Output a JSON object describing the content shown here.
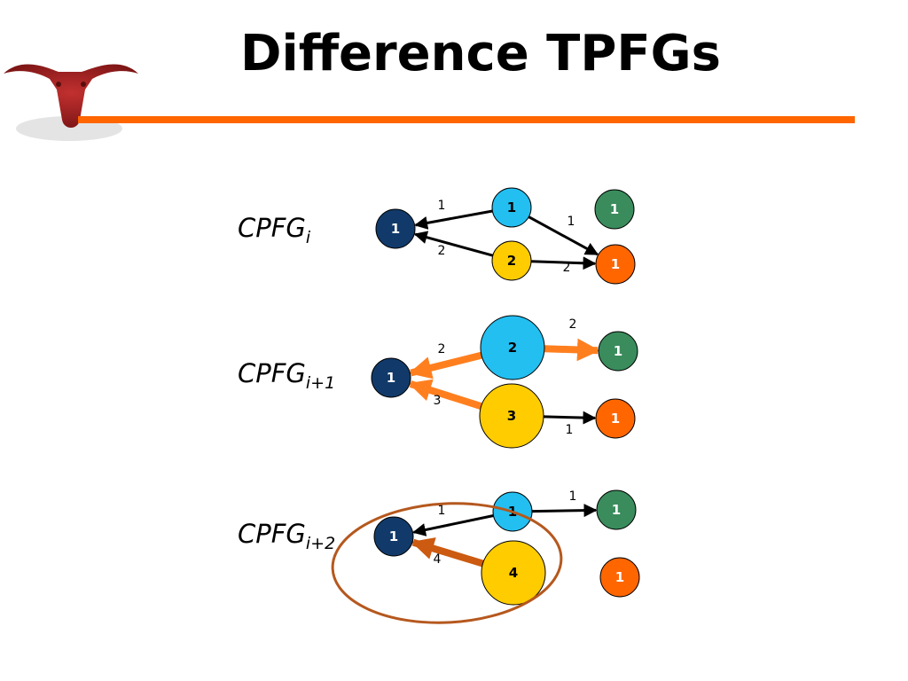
{
  "slide": {
    "title": "Difference TPFGs"
  },
  "logo": {
    "icon": "longhorn-logo-icon",
    "color": "#a01e1e"
  },
  "rule_color": "#ff6600",
  "colors": {
    "navy": "#113a6a",
    "cyan": "#22bff0",
    "yellow": "#ffcc00",
    "green": "#3a8c5c",
    "orange": "#ff6600",
    "edge_orange": "#ff7f1f",
    "edge_brown": "#cc5a10",
    "ellipse": "#b5581e"
  },
  "graphs": [
    {
      "label_main": "CPFG",
      "label_sub": "i",
      "nodes": [
        {
          "id": "n1",
          "label": "1",
          "color": "navy"
        },
        {
          "id": "n2",
          "label": "1",
          "color": "cyan"
        },
        {
          "id": "n3",
          "label": "2",
          "color": "yellow"
        },
        {
          "id": "n4",
          "label": "1",
          "color": "green"
        },
        {
          "id": "n5",
          "label": "1",
          "color": "orange"
        }
      ],
      "edges": [
        {
          "from": "n2",
          "to": "n1",
          "label": "1",
          "style": "normal"
        },
        {
          "from": "n3",
          "to": "n1",
          "label": "2",
          "style": "normal"
        },
        {
          "from": "n2",
          "to": "n5",
          "label": "1",
          "style": "normal"
        },
        {
          "from": "n3",
          "to": "n5",
          "label": "2",
          "style": "normal"
        }
      ]
    },
    {
      "label_main": "CPFG",
      "label_sub": "i+1",
      "nodes": [
        {
          "id": "n1",
          "label": "1",
          "color": "navy"
        },
        {
          "id": "n2",
          "label": "2",
          "color": "cyan"
        },
        {
          "id": "n3",
          "label": "3",
          "color": "yellow"
        },
        {
          "id": "n4",
          "label": "1",
          "color": "green"
        },
        {
          "id": "n5",
          "label": "1",
          "color": "orange"
        }
      ],
      "edges": [
        {
          "from": "n2",
          "to": "n1",
          "label": "2",
          "style": "highlight"
        },
        {
          "from": "n3",
          "to": "n1",
          "label": "3",
          "style": "highlight"
        },
        {
          "from": "n2",
          "to": "n4",
          "label": "2",
          "style": "highlight"
        },
        {
          "from": "n3",
          "to": "n5",
          "label": "1",
          "style": "normal"
        }
      ]
    },
    {
      "label_main": "CPFG",
      "label_sub": "i+2",
      "nodes": [
        {
          "id": "n1",
          "label": "1",
          "color": "navy"
        },
        {
          "id": "n2",
          "label": "1",
          "color": "cyan"
        },
        {
          "id": "n3",
          "label": "4",
          "color": "yellow"
        },
        {
          "id": "n4",
          "label": "1",
          "color": "green"
        },
        {
          "id": "n5",
          "label": "1",
          "color": "orange"
        }
      ],
      "edges": [
        {
          "from": "n2",
          "to": "n1",
          "label": "1",
          "style": "normal"
        },
        {
          "from": "n3",
          "to": "n1",
          "label": "4",
          "style": "emphasis"
        },
        {
          "from": "n2",
          "to": "n4",
          "label": "1",
          "style": "normal"
        }
      ],
      "circled": "n3-to-n1"
    }
  ]
}
